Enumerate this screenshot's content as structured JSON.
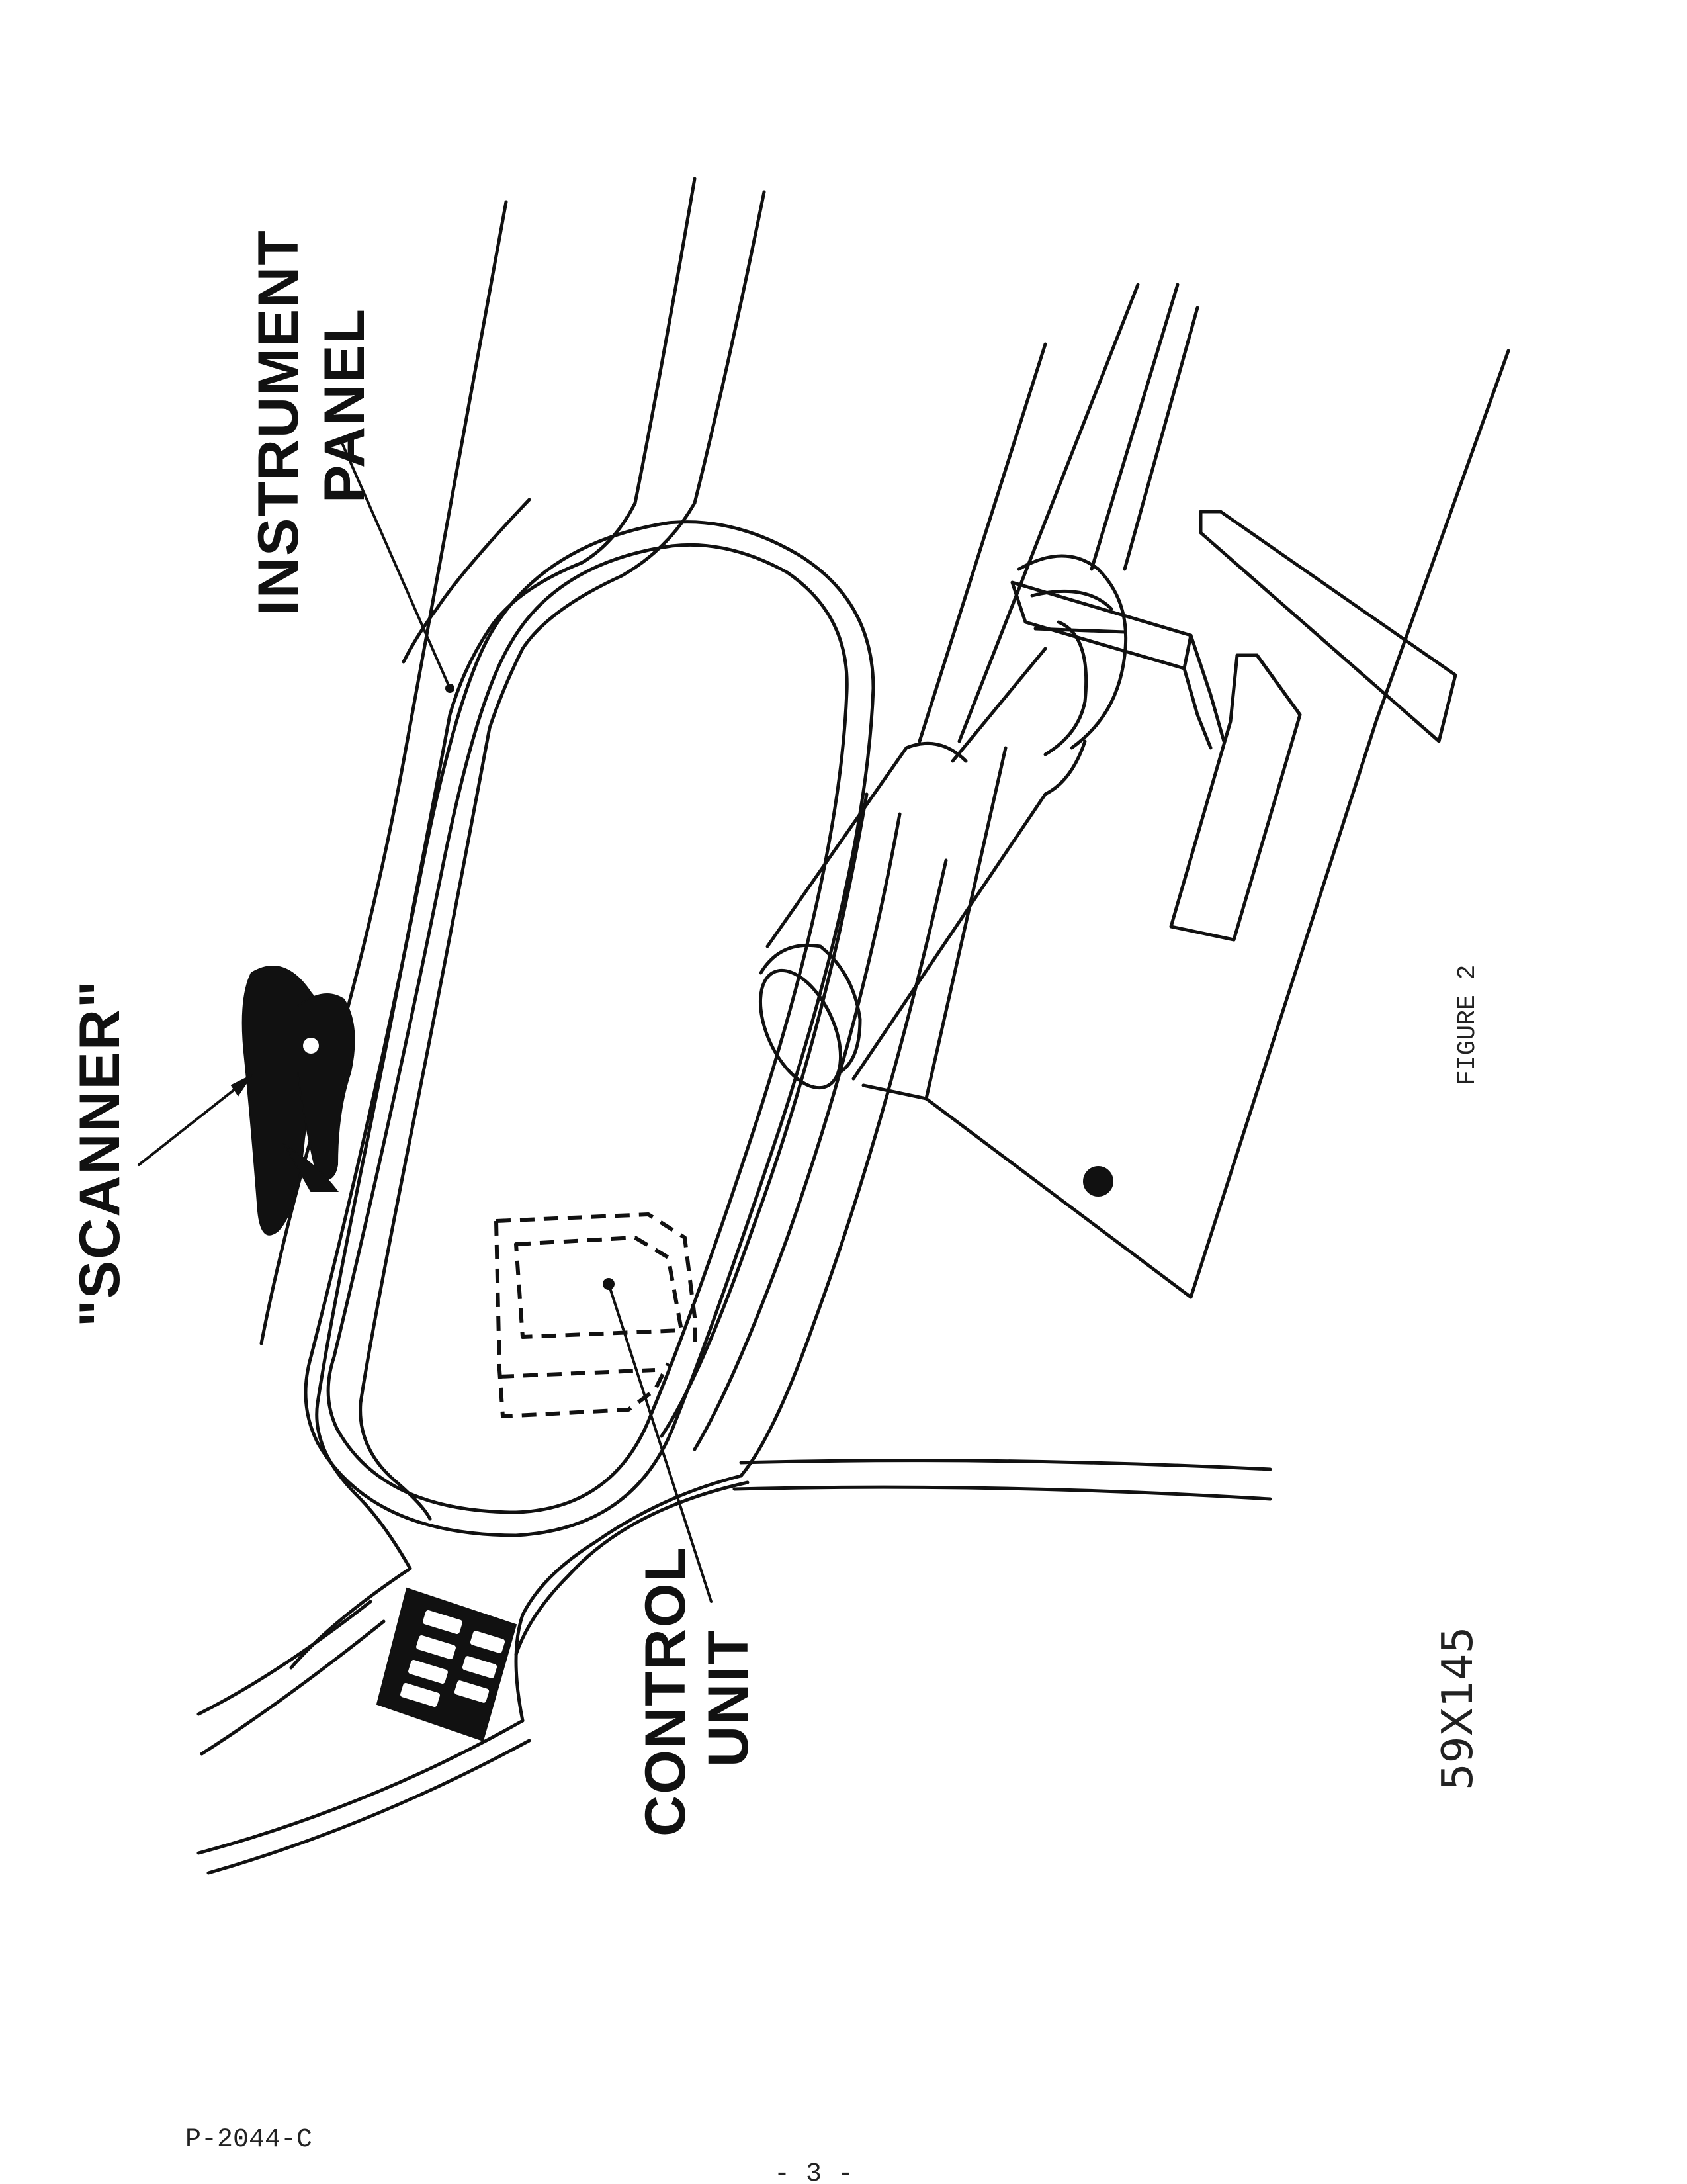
{
  "labels": {
    "instrument_panel_line1": "INSTRUMENT",
    "instrument_panel_line2": "PANEL",
    "scanner": "\"SCANNER\"",
    "control_unit_line1": "CONTROL",
    "control_unit_line2": "UNIT"
  },
  "caption": "FIGURE 2",
  "negative_number": "59X145",
  "document_number": "P-2044-C",
  "page_number": "- 3 -"
}
